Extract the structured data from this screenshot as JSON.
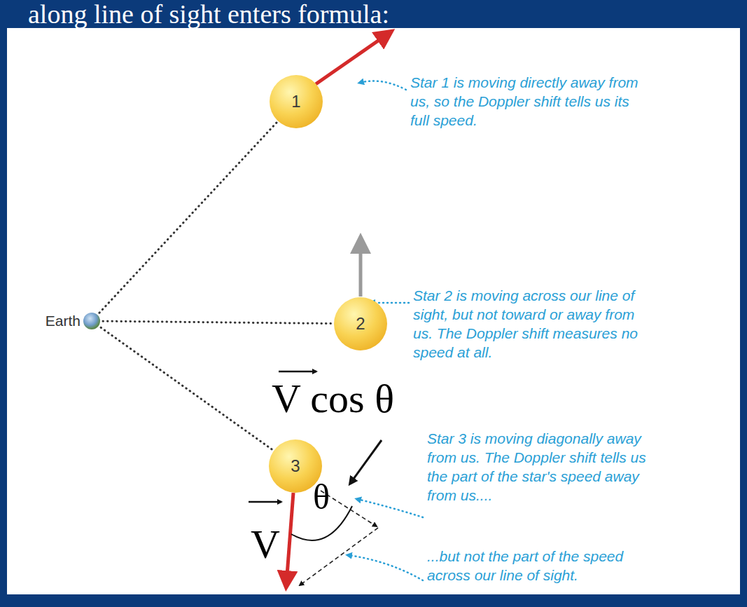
{
  "diagram": {
    "title": "along line of sight enters formula:",
    "nodes": [
      {
        "text": [
          "1"
        ]
      },
      {
        "text": [
          "Earth"
        ]
      },
      {
        "text": [
          "2"
        ]
      },
      {
        "text": [
          "3"
        ]
      }
    ],
    "edges": [
      {
        "from": 1,
        "to": 0,
        "arrow": "none"
      },
      {
        "from": 1,
        "to": 2,
        "arrow": "none"
      },
      {
        "from": 1,
        "to": 3,
        "arrow": "none"
      }
    ],
    "labels": [
      "Star 1 is moving directly away from us, so the Doppler shift tells us its full speed.",
      "Star 2 is moving across our line of sight, but not toward or away from us. The Doppler shift measures no speed at all.",
      "Star 3 is moving diagonally away from us. The Doppler shift tells us the part of the star's speed away from us....",
      "...but not the part of the speed across our line of sight.",
      "V cos θ",
      "θ",
      "V"
    ]
  }
}
